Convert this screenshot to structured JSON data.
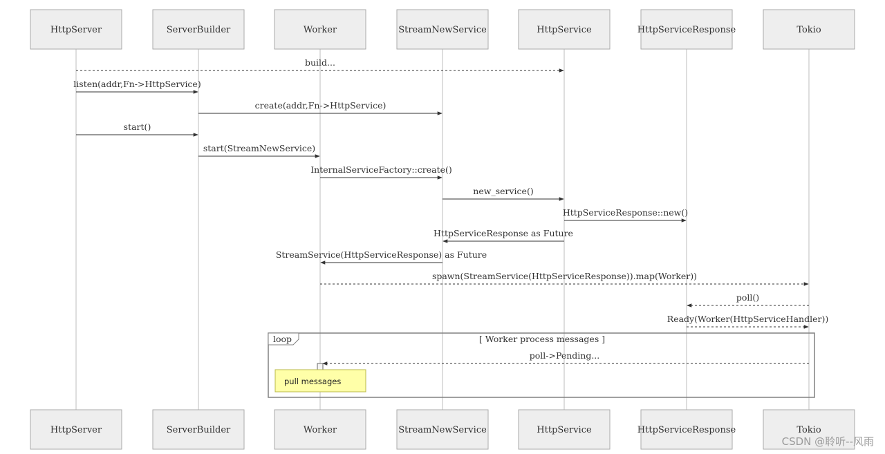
{
  "actors": [
    {
      "name": "HttpServer"
    },
    {
      "name": "ServerBuilder"
    },
    {
      "name": "Worker"
    },
    {
      "name": "StreamNewService"
    },
    {
      "name": "HttpService"
    },
    {
      "name": "HttpServiceResponse"
    },
    {
      "name": "Tokio"
    }
  ],
  "messages": [
    {
      "from": 0,
      "to": 4,
      "label": "build...",
      "style": "dashed"
    },
    {
      "from": 0,
      "to": 1,
      "label": "listen(addr,Fn->HttpService)",
      "style": "solid"
    },
    {
      "from": 1,
      "to": 3,
      "label": "create(addr,Fn->HttpService)",
      "style": "solid"
    },
    {
      "from": 0,
      "to": 1,
      "label": "start()",
      "style": "solid"
    },
    {
      "from": 1,
      "to": 2,
      "label": "start(StreamNewService)",
      "style": "solid"
    },
    {
      "from": 2,
      "to": 3,
      "label": "InternalServiceFactory::create()",
      "style": "solid"
    },
    {
      "from": 3,
      "to": 4,
      "label": "new_service()",
      "style": "solid"
    },
    {
      "from": 4,
      "to": 5,
      "label": "HttpServiceResponse::new()",
      "style": "solid"
    },
    {
      "from": 4,
      "to": 3,
      "label": "HttpServiceResponse as Future",
      "style": "solid"
    },
    {
      "from": 3,
      "to": 2,
      "label": "StreamService(HttpServiceResponse) as Future",
      "style": "solid"
    },
    {
      "from": 2,
      "to": 6,
      "label": "spawn(StreamService(HttpServiceResponse)).map(Worker))",
      "style": "dashed"
    },
    {
      "from": 6,
      "to": 5,
      "label": "poll()",
      "style": "dashed"
    },
    {
      "from": 5,
      "to": 6,
      "label": "Ready(Worker(HttpServiceHandler))",
      "style": "dashed"
    },
    {
      "from": 6,
      "to": 2,
      "label": "poll->Pending...",
      "style": "dashed"
    }
  ],
  "loop": {
    "label": "loop",
    "condition": "[ Worker process messages ]"
  },
  "note": {
    "text": "pull messages"
  },
  "watermark": "CSDN @聆听--风雨"
}
